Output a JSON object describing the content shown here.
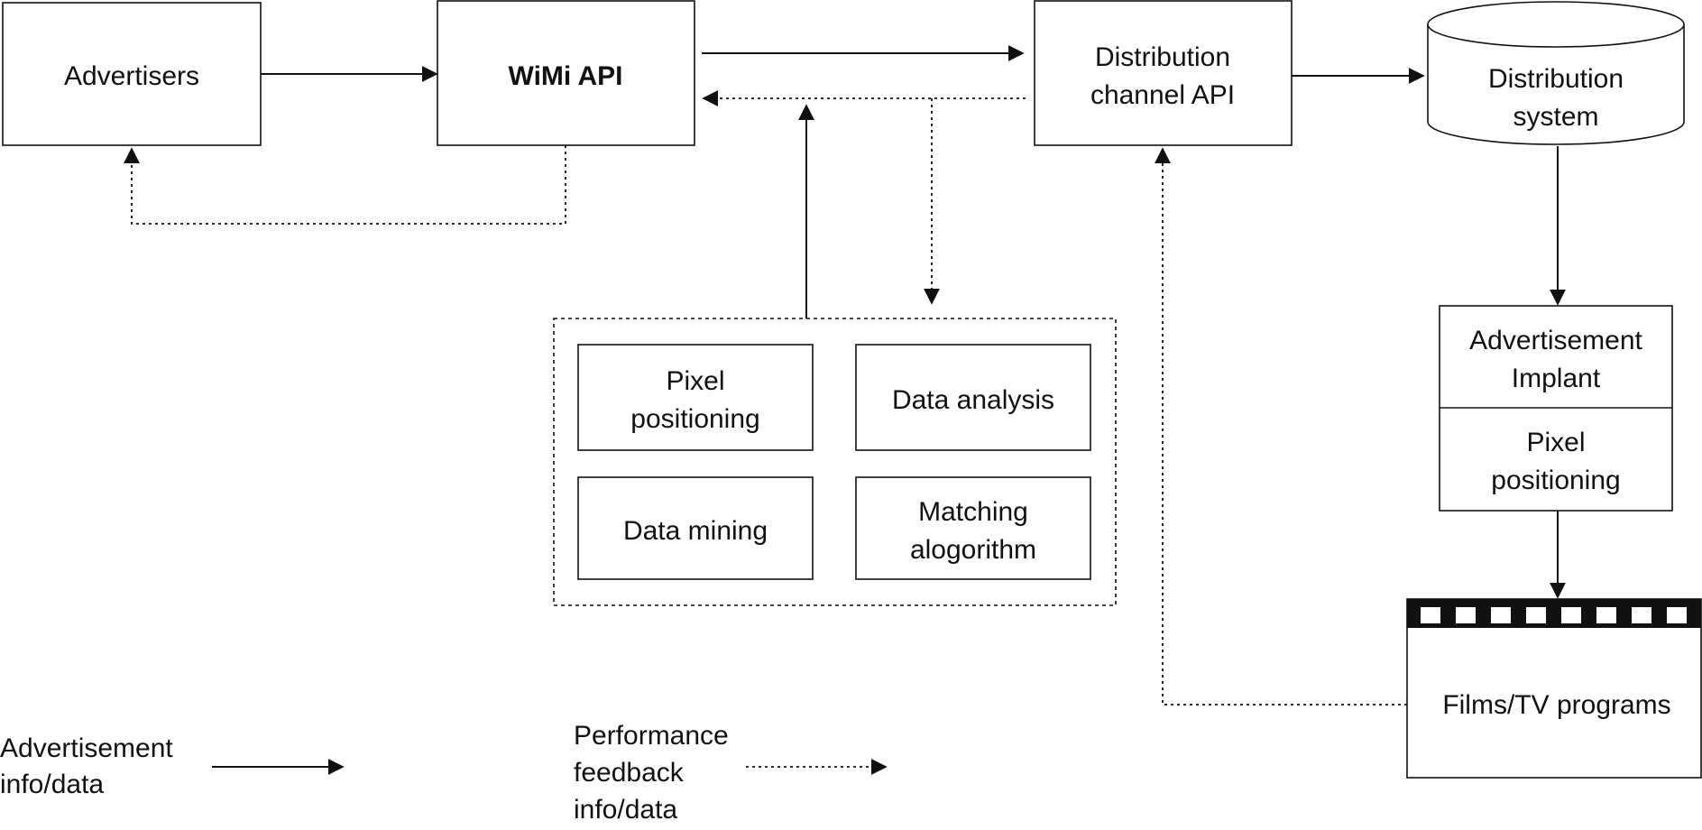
{
  "nodes": {
    "advertisers": "Advertisers",
    "wimi_api": "WiMi API",
    "distribution_channel_api": [
      "Distribution",
      "channel API"
    ],
    "distribution_system": [
      "Distribution",
      "system"
    ],
    "advertisement_implant": [
      "Advertisement",
      "Implant"
    ],
    "implant_pixel_positioning": [
      "Pixel",
      "positioning"
    ],
    "films_tv_programs": "Films/TV programs"
  },
  "analysis_group": {
    "pixel_positioning": [
      "Pixel",
      "positioning"
    ],
    "data_analysis": "Data analysis",
    "data_mining": "Data mining",
    "matching_algorithm": [
      "Matching",
      "alogorithm"
    ]
  },
  "legend": {
    "solid": [
      "Advertisement",
      "info/data"
    ],
    "dotted": [
      "Performance",
      "feedback",
      "info/data"
    ]
  }
}
